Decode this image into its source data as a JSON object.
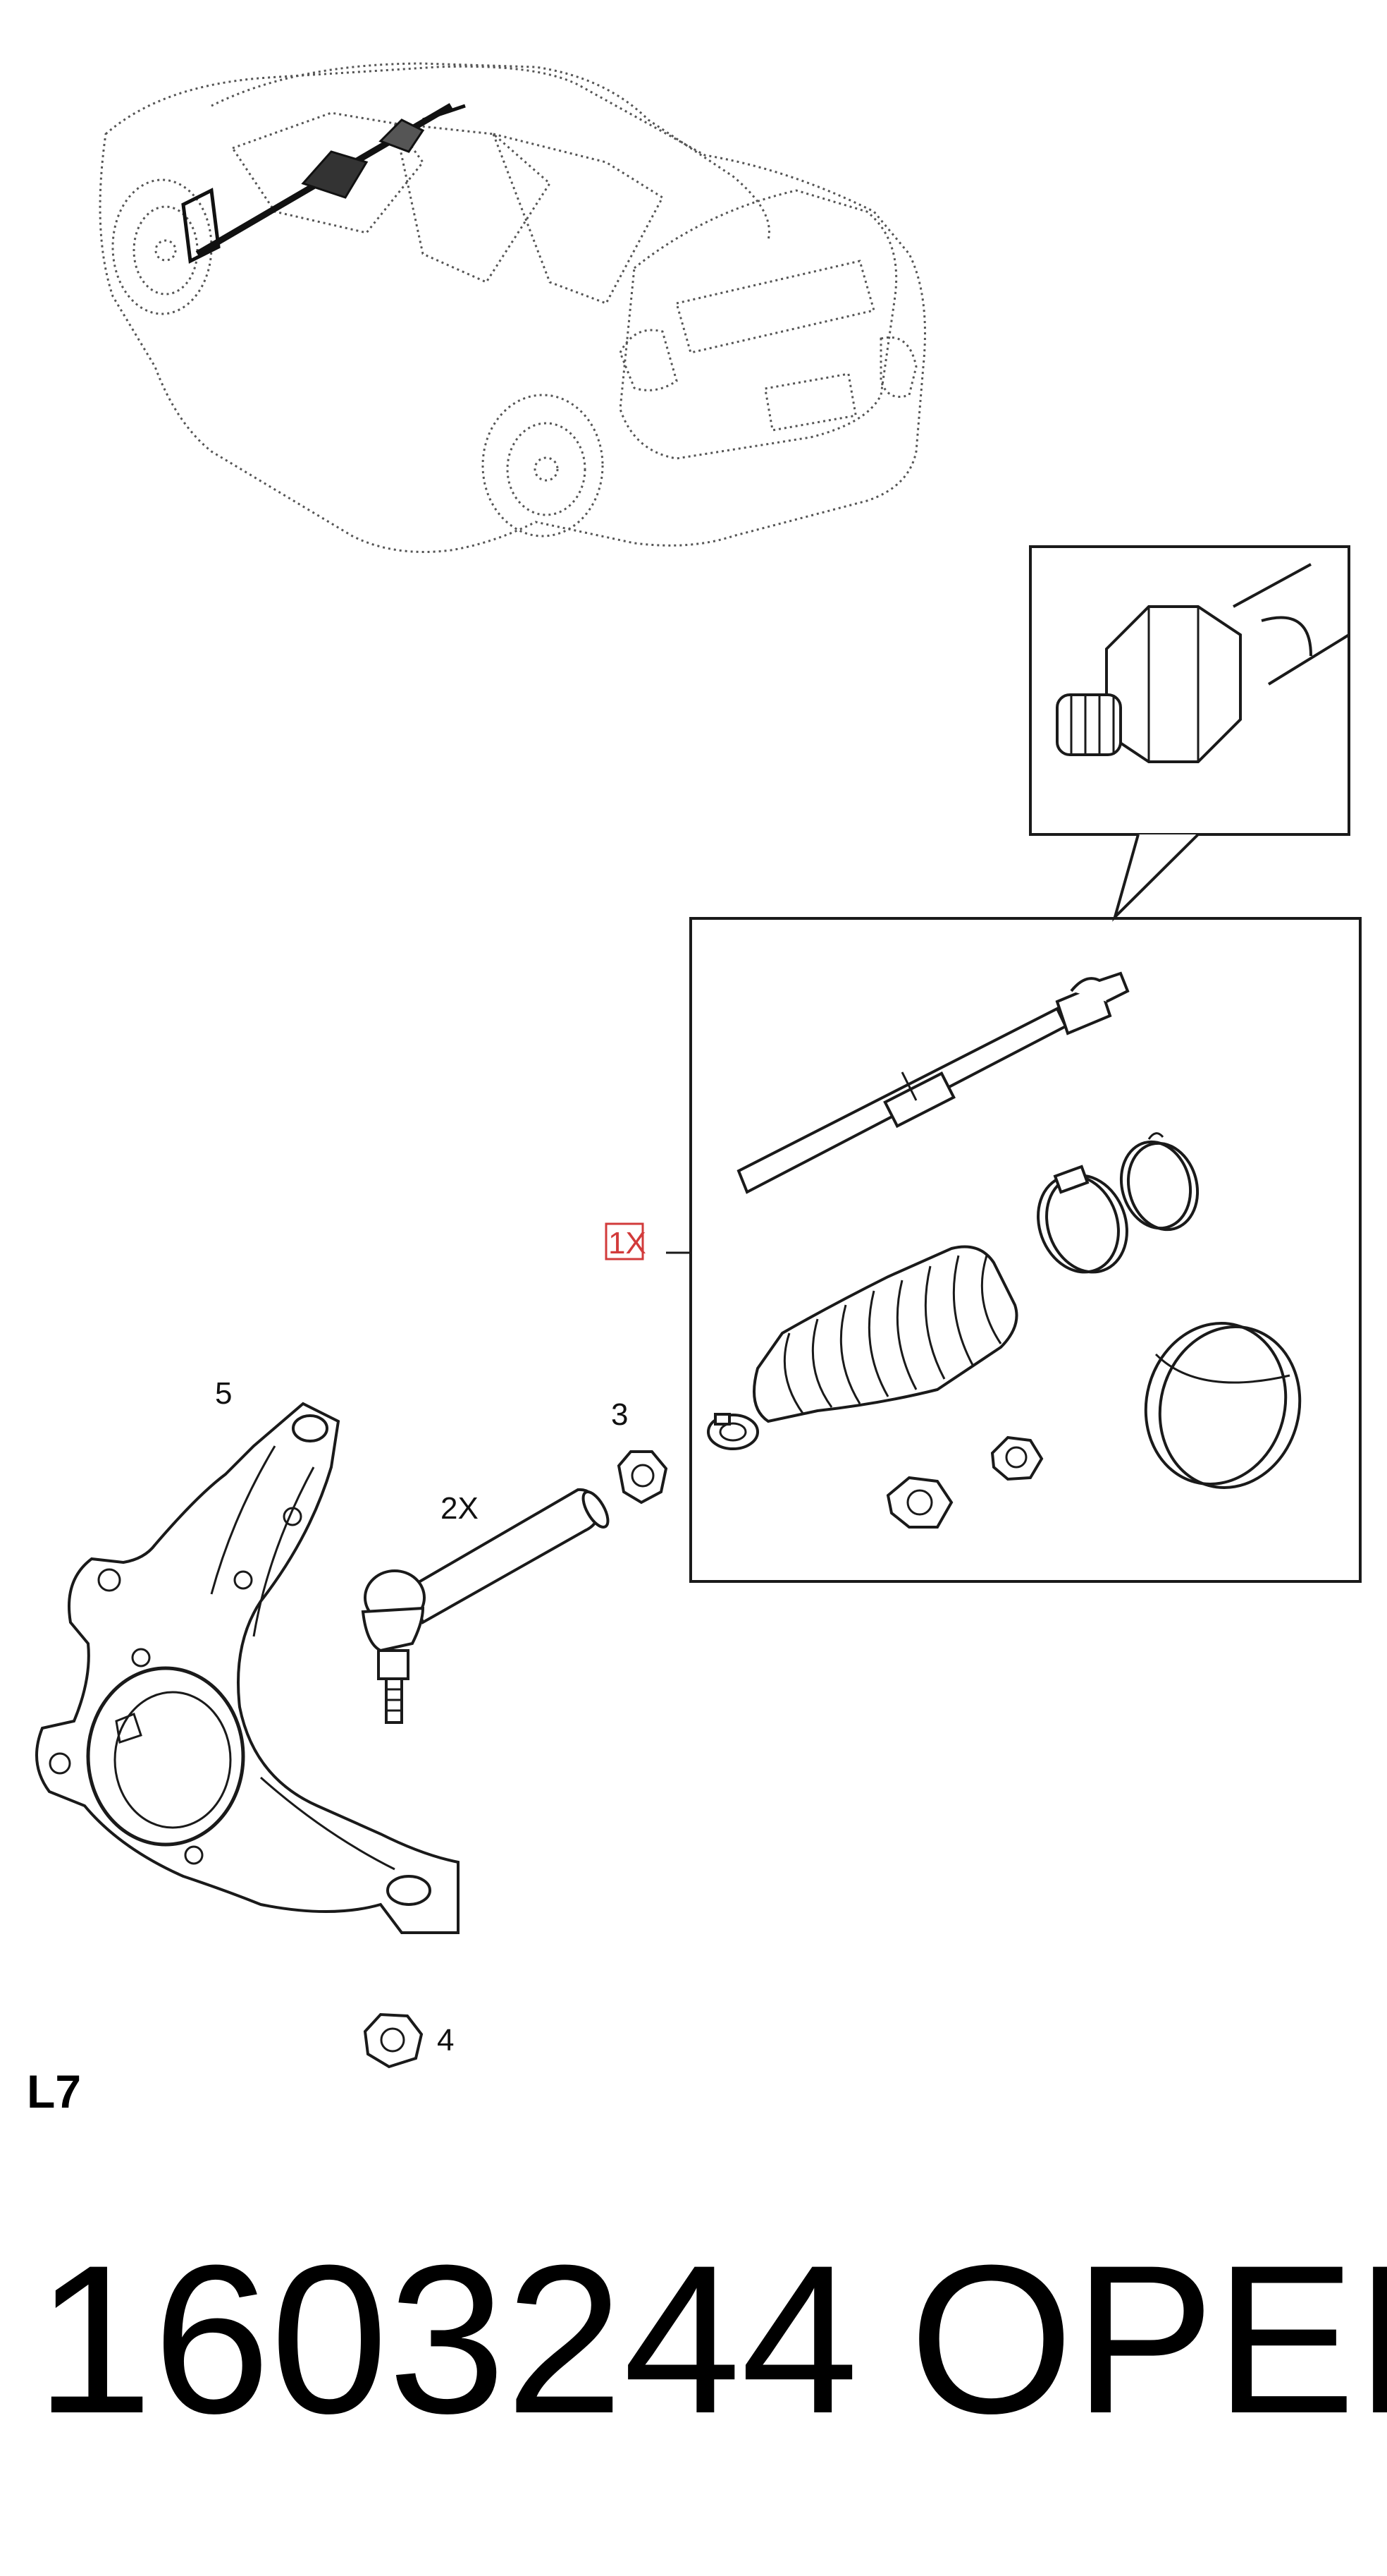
{
  "diagram": {
    "callouts": {
      "item_1": "1X",
      "item_2": "2X",
      "item_3": "3",
      "item_4": "4",
      "item_5": "5"
    },
    "diagram_code": "L7"
  },
  "footer": {
    "part_number": "1603244",
    "brand": "OPEL"
  },
  "colors": {
    "line": "#1a1a1a",
    "highlight_box": "#d23b3b",
    "background": "#ffffff"
  }
}
